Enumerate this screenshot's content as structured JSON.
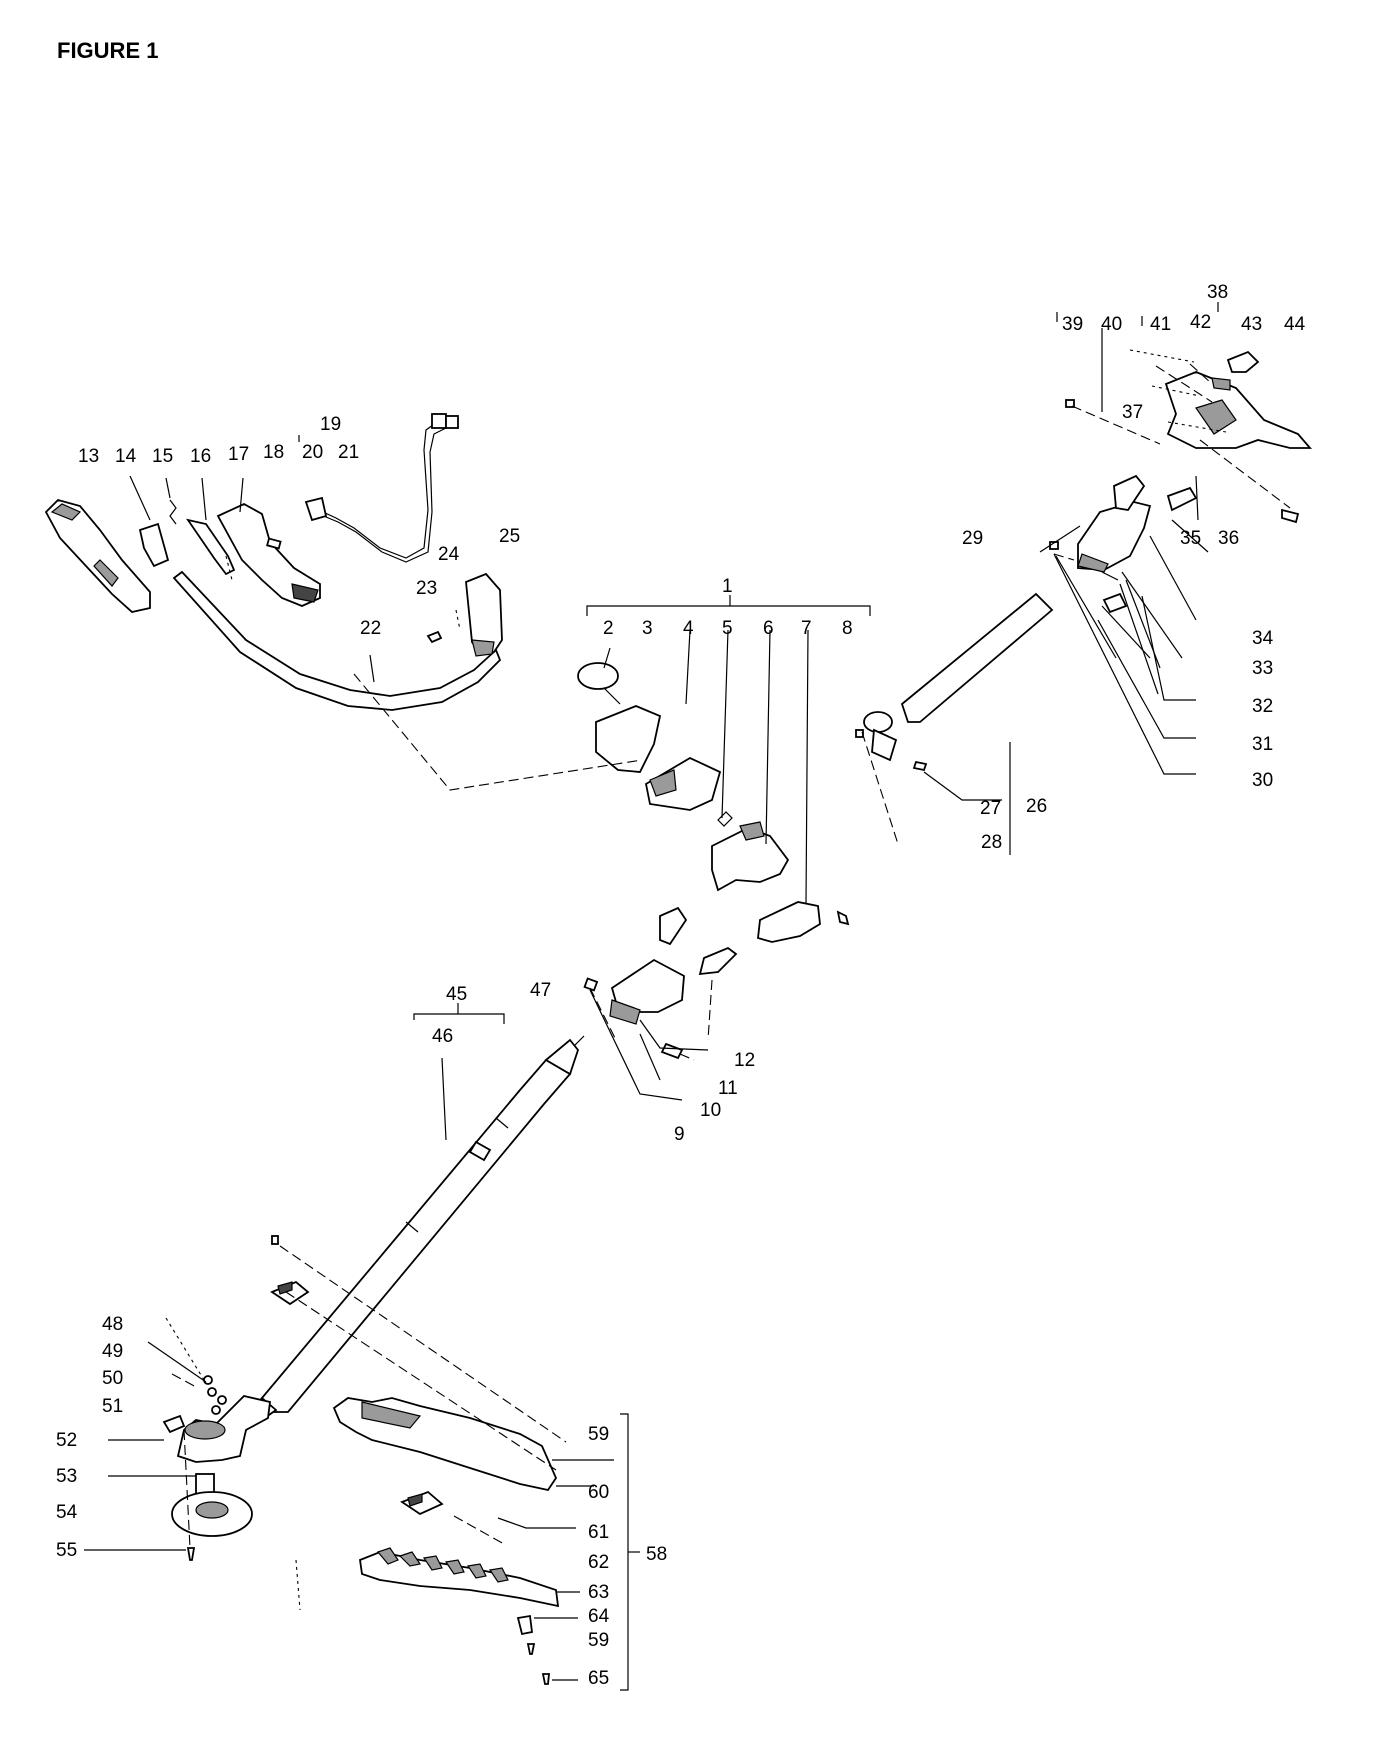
{
  "figure_title": "FIGURE 1",
  "part_labels": {
    "p1": "1",
    "p2": "2",
    "p3": "3",
    "p4": "4",
    "p5": "5",
    "p6": "6",
    "p7": "7",
    "p8": "8",
    "p9": "9",
    "p10": "10",
    "p11": "11",
    "p12": "12",
    "p13": "13",
    "p14": "14",
    "p15": "15",
    "p16": "16",
    "p17": "17",
    "p18": "18",
    "p19": "19",
    "p20": "20",
    "p21": "21",
    "p22": "22",
    "p23": "23",
    "p24": "24",
    "p25": "25",
    "p26": "26",
    "p27": "27",
    "p28": "28",
    "p29": "29",
    "p30": "30",
    "p31": "31",
    "p32": "32",
    "p33": "33",
    "p34": "34",
    "p35": "35",
    "p36": "36",
    "p37": "37",
    "p38": "38",
    "p39": "39",
    "p40": "40",
    "p41": "41",
    "p42": "42",
    "p43": "43",
    "p44": "44",
    "p45": "45",
    "p46": "46",
    "p47": "47",
    "p48": "48",
    "p49": "49",
    "p50": "50",
    "p51": "51",
    "p52": "52",
    "p53": "53",
    "p54": "54",
    "p55": "55",
    "p58": "58",
    "p59": "59",
    "p59b": "59",
    "p60": "60",
    "p61": "61",
    "p62": "62",
    "p63": "63",
    "p64": "64",
    "p65": "65"
  }
}
